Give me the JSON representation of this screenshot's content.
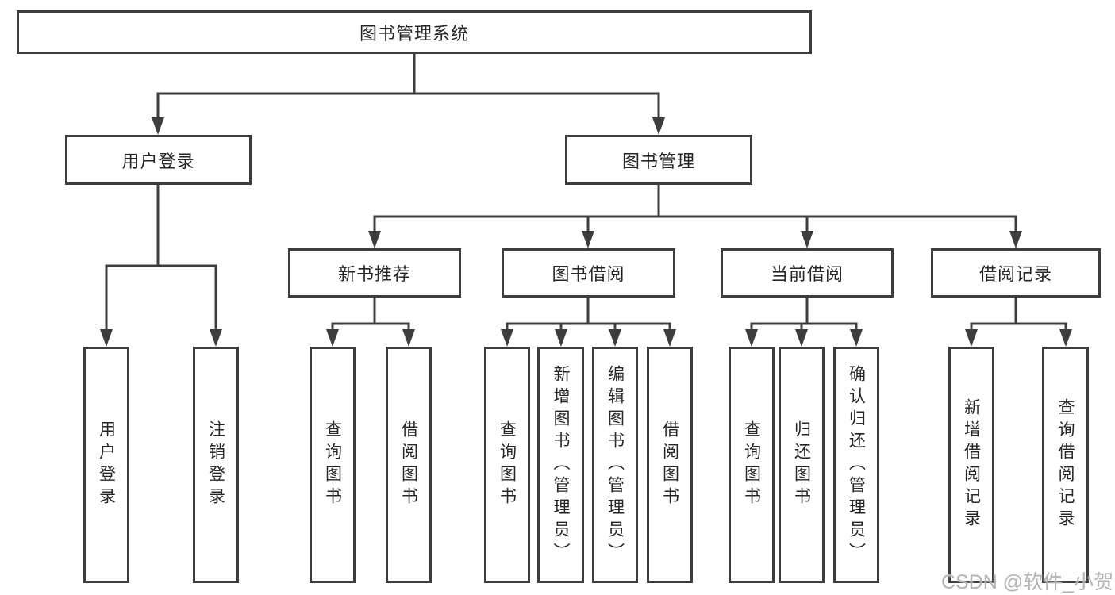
{
  "diagram": {
    "root": {
      "label": "图书管理系统"
    },
    "branches": [
      {
        "label": "用户登录",
        "leaves": [
          "用户登录",
          "注销登录"
        ]
      },
      {
        "label": "图书管理",
        "groups": [
          {
            "label": "新书推荐",
            "leaves": [
              "查询图书",
              "借阅图书"
            ]
          },
          {
            "label": "图书借阅",
            "leaves": [
              "查询图书",
              "新增图书（管理员）",
              "编辑图书（管理员）",
              "借阅图书"
            ]
          },
          {
            "label": "当前借阅",
            "leaves": [
              "查询图书",
              "归还图书",
              "确认归还（管理员）"
            ]
          },
          {
            "label": "借阅记录",
            "leaves": [
              "新增借阅记录",
              "查询借阅记录"
            ]
          }
        ]
      }
    ]
  },
  "watermark": {
    "text": "CSDN @软件_小贺同学"
  },
  "colors": {
    "line": "#3d3d3d",
    "text": "#262626",
    "watermark": "#b3b3b3",
    "background": "#ffffff"
  }
}
